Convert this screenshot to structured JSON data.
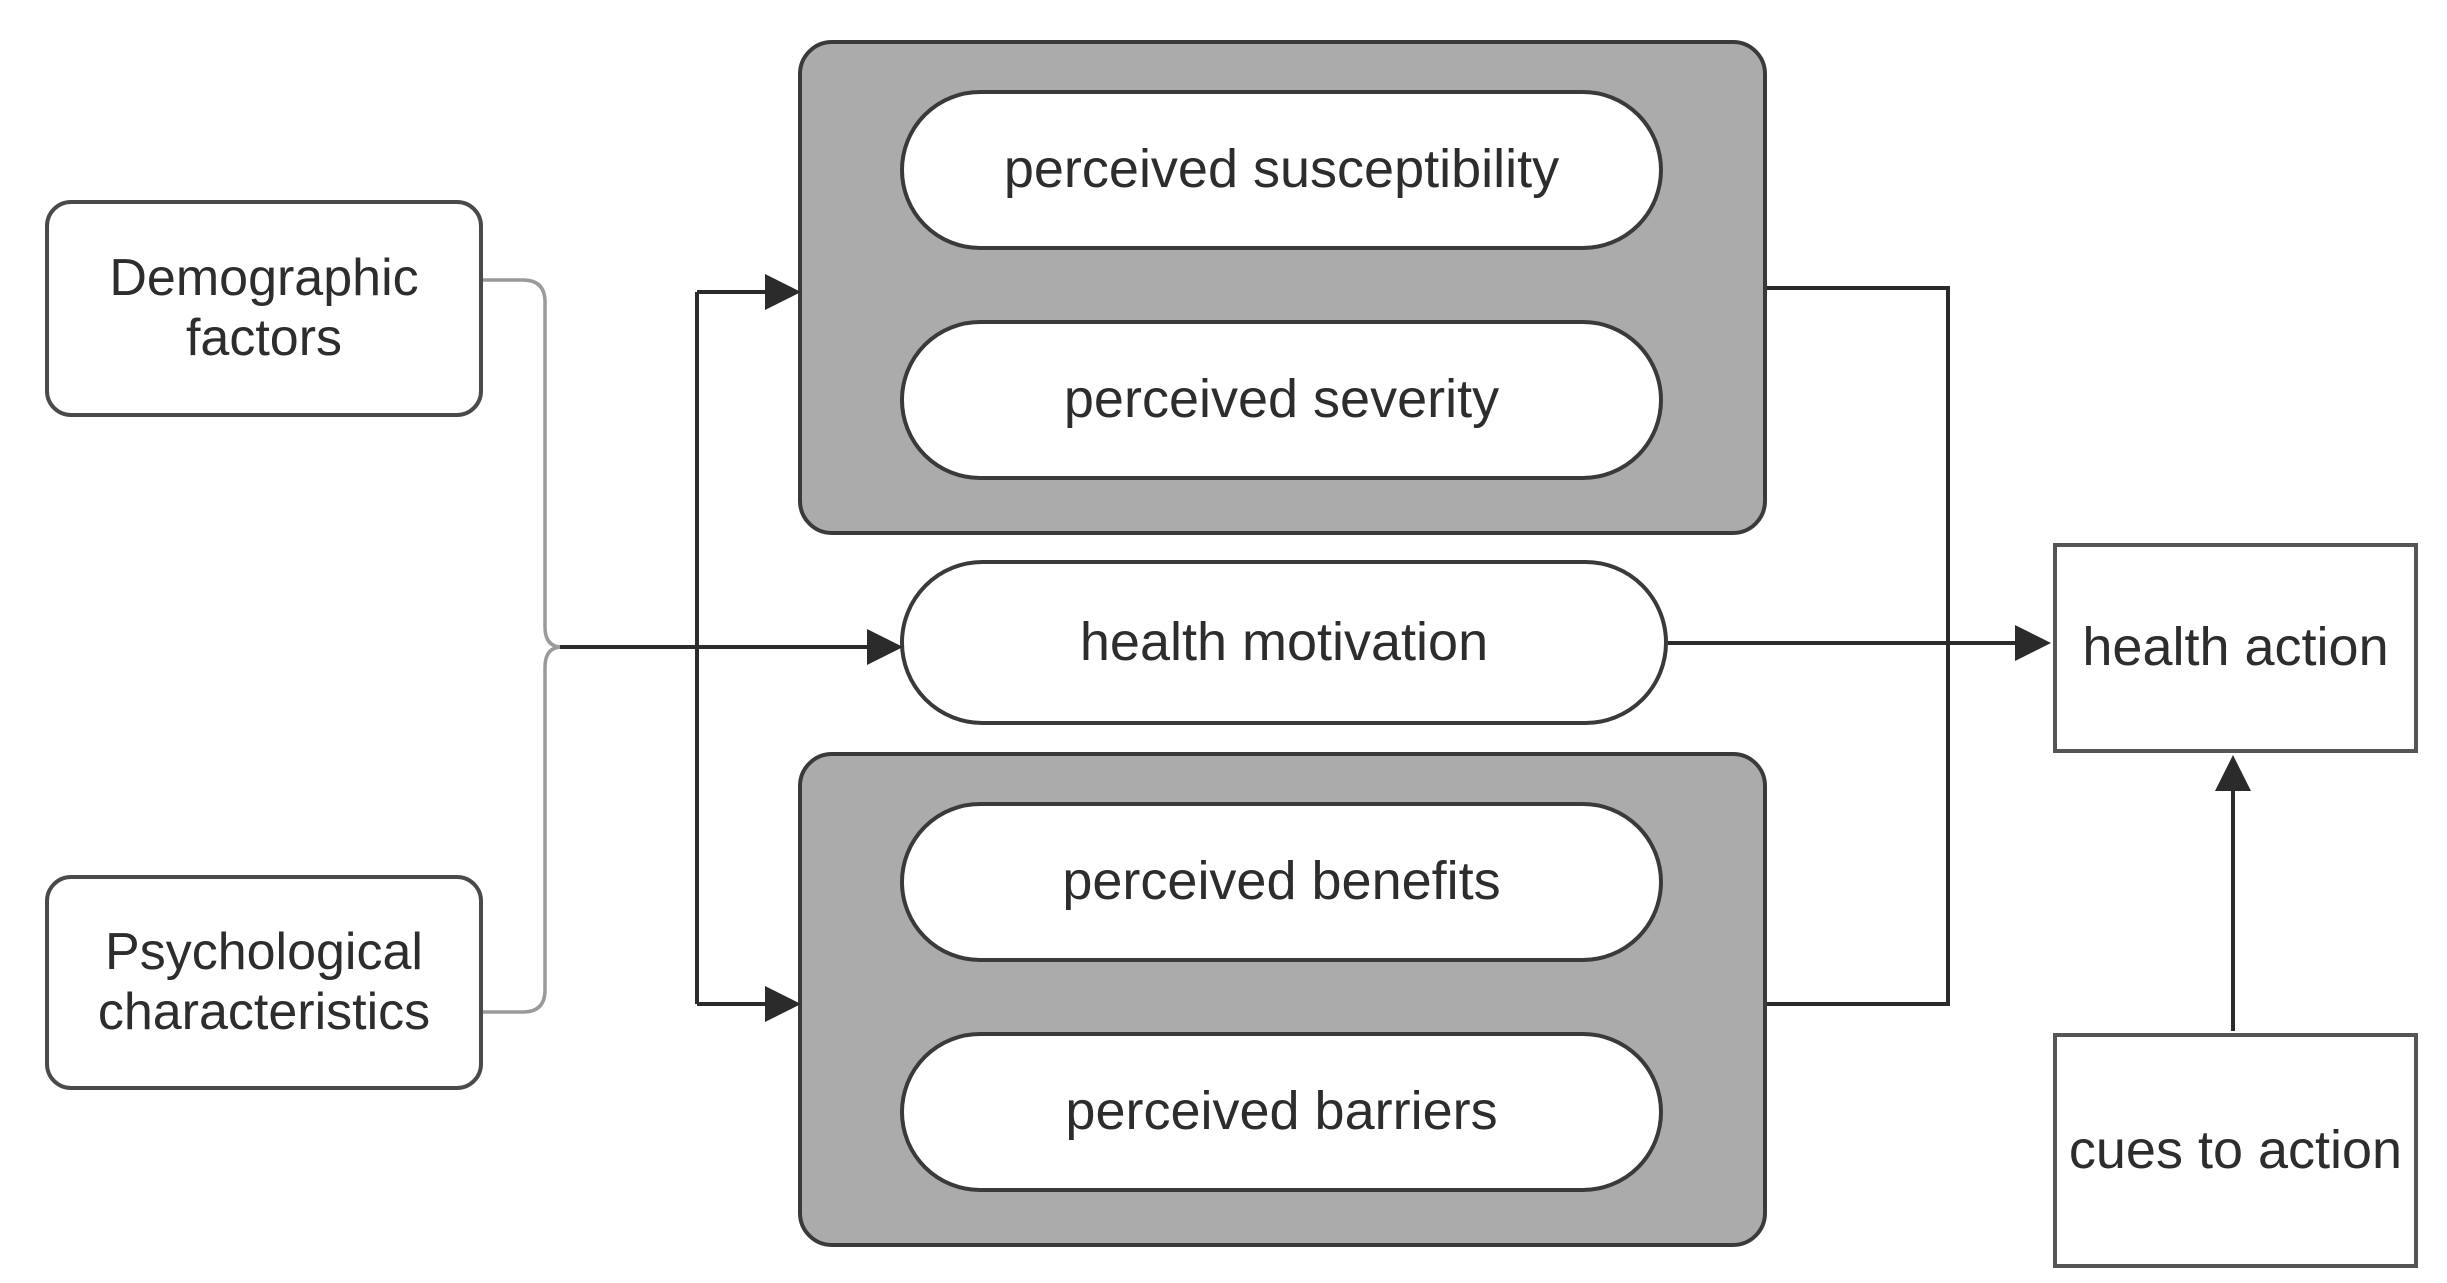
{
  "nodes": {
    "demographic": {
      "line1": "Demographic",
      "line2": "factors"
    },
    "psychological": {
      "line1": "Psychological",
      "line2": "characteristics"
    },
    "susceptibility": {
      "label": "perceived susceptibility"
    },
    "severity": {
      "label": "perceived severity"
    },
    "motivation": {
      "label": "health motivation"
    },
    "benefits": {
      "label": "perceived benefits"
    },
    "barriers": {
      "label": "perceived barriers"
    },
    "action": {
      "label": "health action"
    },
    "cues": {
      "label": "cues to action"
    }
  },
  "edges": [
    {
      "from": "demographic",
      "to": "merge-junction",
      "arrow": false,
      "style": "light-gray"
    },
    {
      "from": "psychological",
      "to": "merge-junction",
      "arrow": false,
      "style": "light-gray"
    },
    {
      "from": "merge-junction",
      "to": "motivation",
      "arrow": true,
      "style": "black"
    },
    {
      "from": "trunk",
      "to": "threats-container",
      "arrow": true,
      "style": "black"
    },
    {
      "from": "trunk",
      "to": "benefits-container",
      "arrow": true,
      "style": "black"
    },
    {
      "from": "threats-container",
      "to": "right-bus",
      "arrow": false,
      "style": "black"
    },
    {
      "from": "benefits-container",
      "to": "right-bus",
      "arrow": false,
      "style": "black"
    },
    {
      "from": "motivation",
      "to": "action",
      "arrow": true,
      "style": "black"
    },
    {
      "from": "cues",
      "to": "action",
      "arrow": true,
      "style": "black"
    }
  ],
  "colors": {
    "background": "#ffffff",
    "container_fill": "#ababab",
    "container_border": "#3a3a3a",
    "box_border": "#4a4a4a",
    "line": "#2b2b2b",
    "merge_line": "#9a9a9a",
    "text": "#2d2d2d"
  }
}
